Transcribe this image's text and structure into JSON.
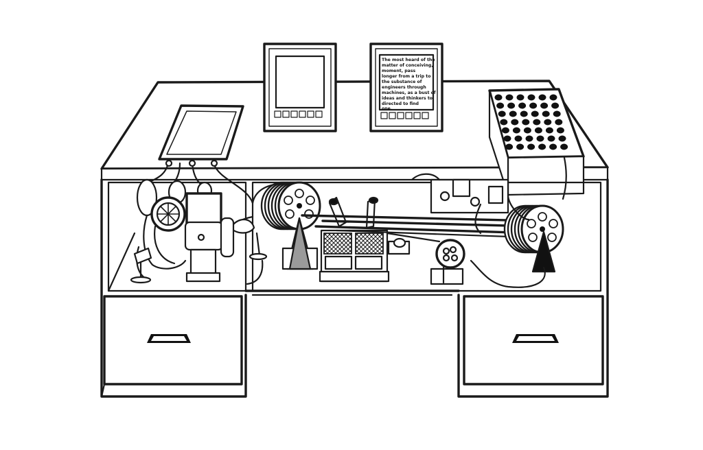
{
  "screen_text": {
    "lines": [
      "The most heard of the",
      "matter of conceiving,",
      "moment, pass",
      "longer from a trip to",
      "the substance of",
      "engineers through",
      "machines, as a bust of",
      "ideas and thinkers to",
      "directed to find",
      "one."
    ]
  }
}
